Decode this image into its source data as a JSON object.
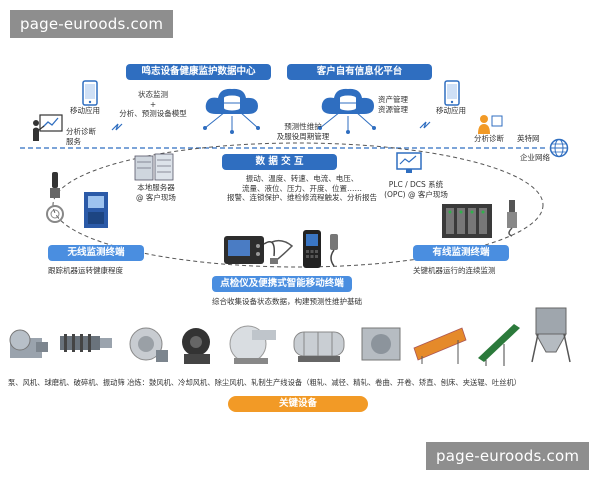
{
  "watermark": {
    "top": "page-euroods.com",
    "bottom": "page-euroods.com"
  },
  "headers": {
    "left_platform": "鸣志设备健康监护数据中心",
    "right_platform": "客户自有信息化平台",
    "data_exchange": "数 据 交 互",
    "wireless": "无线监测终端",
    "wired": "有线监测终端",
    "portable": "点检仪及便携式智能移动终端",
    "key_equipment": "关键设备"
  },
  "labels": {
    "mobile_app_left": "移动应用",
    "analysis_service": "分析诊断\n服务",
    "status_monitor": "状态监测\n+\n分析、预测设备模型",
    "predictive_maintenance": "预测性维护\n及服役周期管理",
    "asset_management": "资产管理\n资源管理",
    "mobile_app_right": "移动应用",
    "analysis_right": "分析诊断",
    "internet": "英特网",
    "enterprise_network": "企业网络",
    "local_server": "本地服务器\n@ 客户现场",
    "data_items": "振动、温度、转速、电流、电压、\n流量、液位、压力、开度、位置……\n报警、连锁保护、维检修流程触发、分析报告",
    "plc_dcs": "PLC / DCS 系统\n(OPC) @ 客户现场",
    "wireless_desc": "跟踪机器运转健康程度",
    "wired_desc": "关键机器运行的连续监测",
    "portable_desc": "综合收集设备状态数据，构建预测性维护基础",
    "equipment_list": "泵、风机、球磨机、破碎机、振动筛  冶炼：鼓风机、冷却风机、除尘风机、轧制生产线设备（粗轧、减径、精轧、卷曲、开卷、矫直、刨床、夹送辊、吐丝机）"
  },
  "icons": {
    "phone": "smartphone-icon",
    "presenter": "presentation-icon",
    "cloud": "cloud-database-icon",
    "globe": "globe-icon",
    "server": "server-icon",
    "monitor": "monitor-icon"
  },
  "colors": {
    "primary": "#2f6ec0",
    "light": "#4a8ee0",
    "orange": "#f29a26",
    "dash": "#2f6ec0"
  }
}
